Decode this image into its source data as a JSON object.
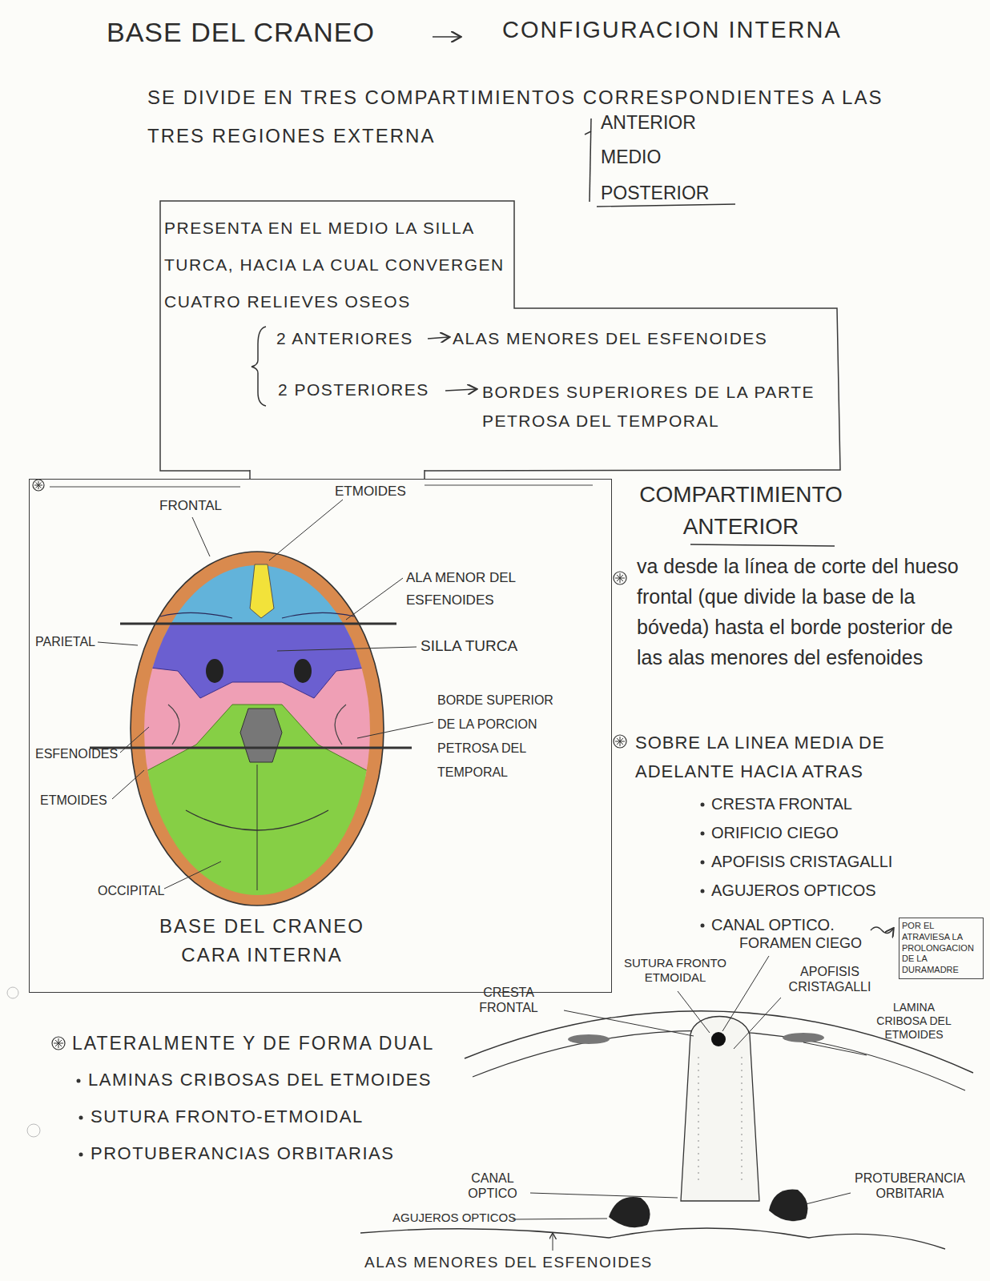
{
  "diagram": {
    "title": "BASE DEL CRANEO",
    "nodes": [
      {
        "text": [
          "PRESENTA EN EL MEDIO LA SILLA TURCA, HACIA LA CUAL CONVERGEN CUATRO RELIEVES OSEOS",
          "2 ANTERIORES",
          "ALAS MENORES DEL ESFENOIDES",
          "2 POSTERIORES",
          "BORDES SUPERIORES DE LA PARTE PETROSA DEL TEMPORAL"
        ]
      },
      {
        "text": [
          "BASE DEL CRANEO CARA INTERNA"
        ]
      },
      {
        "text": [
          "POR EL ATRAVIESA LA PROLONGACION DE LA DURAMADRE"
        ]
      }
    ],
    "edges": [
      {
        "from": 0,
        "to": 1,
        "arrow": "none"
      },
      {
        "from": 0,
        "to": 1,
        "arrow": "none"
      }
    ],
    "labels": [
      "CONFIGURACION INTERNA",
      "SE DIVIDE EN TRES COMPARTIMIENTOS CORRESPONDIENTES A LAS TRES REGIONES EXTERNA",
      "ANTERIOR",
      "MEDIO",
      "POSTERIOR",
      "FRONTAL",
      "ETMOIDES",
      "ALA MENOR DEL ESFENOIDES",
      "PARIETAL",
      "SILLA TURCA",
      "BORDE SUPERIOR DE LA PORCION PETROSA DEL TEMPORAL",
      "ESFENOIDES",
      "ETMOIDES",
      "OCCIPITAL",
      "COMPARTIMIENTO ANTERIOR",
      "va desde la línea de corte del hueso frontal (que divide la base de la bóveda) hasta el borde posterior de las alas menores del esfenoides",
      "SOBRE LA LINEA MEDIA DE ADELANTE HACIA ATRAS",
      "CRESTA FRONTAL",
      "ORIFICIO CIEGO",
      "APOFISIS CRISTAGALLI",
      "AGUJEROS OPTICOS",
      "CANAL OPTICO.",
      "FORAMEN CIEGO",
      "SUTURA FRONTO ETMOIDAL",
      "APOFISIS CRISTAGALLI",
      "CRESTA FRONTAL",
      "LAMINA CRIBOSA DEL ETMOIDES",
      "LATERALMENTE Y DE FORMA DUAL",
      "LAMINAS CRIBOSAS DEL ETMOIDES",
      "SUTURA FRONTO-ETMOIDAL",
      "PROTUBERANCIAS ORBITARIAS",
      "CANAL OPTICO",
      "AGUJEROS OPTICOS",
      "PROTUBERANCIA ORBITARIA",
      "ALAS MENORES DEL ESFENOIDES"
    ]
  }
}
